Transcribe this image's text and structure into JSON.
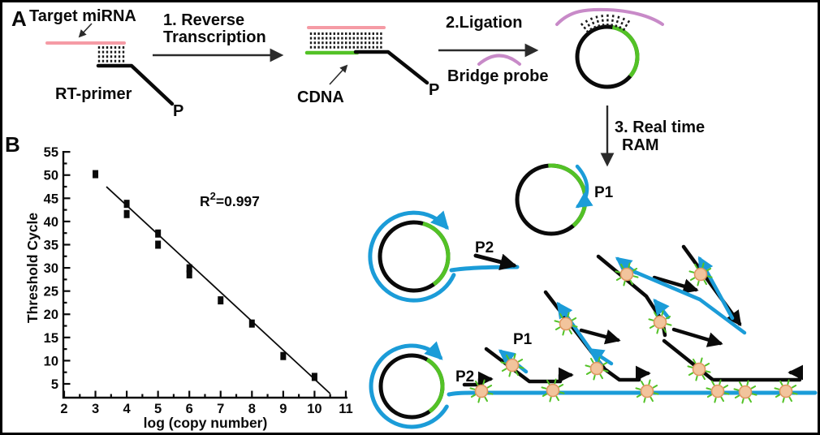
{
  "figure": {
    "panel_a_label": "A",
    "panel_b_label": "B",
    "labels": {
      "target_mirna": "Target miRNA",
      "rt_primer": "RT-primer",
      "phosphate_1": "P",
      "phosphate_2": "P",
      "cdna": "CDNA",
      "bridge_probe": "Bridge probe",
      "p1_top": "P1",
      "p2_mid": "P2",
      "p1_bottom": "P1",
      "p2_bottom": "P2"
    },
    "steps": {
      "step1_line1": "1. Reverse",
      "step1_line2": "Transcription",
      "step2": "2.Ligation",
      "step3_line1": "3. Real time",
      "step3_line2": "RAM"
    }
  },
  "chart_data": {
    "type": "scatter",
    "title": "",
    "xlabel": "log (copy number)",
    "ylabel": "Threshold Cycle",
    "xlim": [
      2,
      11
    ],
    "ylim": [
      2.5,
      55
    ],
    "x_ticks": [
      2,
      3,
      4,
      5,
      6,
      7,
      8,
      9,
      10,
      11
    ],
    "y_ticks": [
      5,
      10,
      15,
      20,
      25,
      30,
      35,
      40,
      45,
      50,
      55
    ],
    "points": [
      [
        3,
        50.2
      ],
      [
        4,
        43.8
      ],
      [
        4,
        41.6
      ],
      [
        5,
        37.4
      ],
      [
        5,
        35
      ],
      [
        6,
        29.9
      ],
      [
        6,
        28.6
      ],
      [
        7,
        23
      ],
      [
        8,
        18
      ],
      [
        9,
        11
      ],
      [
        10,
        6.5
      ]
    ],
    "fit_line": {
      "x1": 3.35,
      "y1": 47.5,
      "x2": 10.5,
      "y2": 2.9
    },
    "annotation": {
      "base": "R",
      "sup": "2",
      "rest": "=0.997"
    },
    "grid": false,
    "legend": null,
    "marker": "square"
  },
  "colors": {
    "mirna_pink": "#f59ba5",
    "cdna_green": "#53c226",
    "ram_blue": "#1b9cd8",
    "bridge_purple": "#c88ac8",
    "bead_fill": "#f2c49c",
    "bead_stroke": "#de9560",
    "ink": "#0a0a0a"
  }
}
